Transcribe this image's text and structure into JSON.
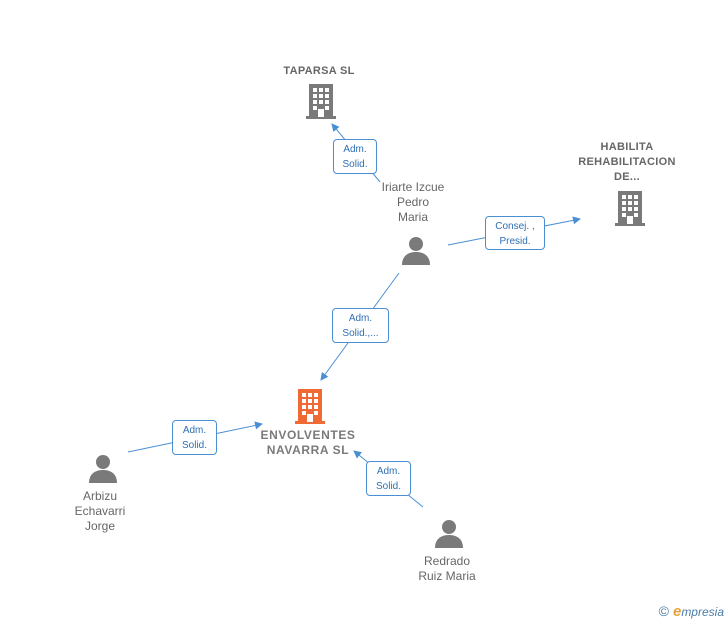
{
  "colors": {
    "edge": "#4a8fd4",
    "company_icon": "#7a7a7a",
    "main_company_icon": "#f06a35",
    "person_icon": "#7a7a7a"
  },
  "nodes": {
    "taparsa": {
      "label": "TAPARSA  SL",
      "icon": "building-icon"
    },
    "habilita": {
      "label": "HABILITA\nREHABILITACION\nDE...",
      "icon": "building-icon"
    },
    "iriarte": {
      "label": "Iriarte Izcue\nPedro\nMaria",
      "icon": "person-icon"
    },
    "envolventes": {
      "label": "ENVOLVENTES\nNAVARRA  SL",
      "icon": "building-icon"
    },
    "arbizu": {
      "label": "Arbizu\nEchavarri\nJorge",
      "icon": "person-icon"
    },
    "redrado": {
      "label": "Redrado\nRuiz Maria",
      "icon": "person-icon"
    }
  },
  "edges": {
    "iriarte_taparsa": {
      "line1": "Adm.",
      "line2": "Solid."
    },
    "iriarte_habilita": {
      "line1": "Consej. ,",
      "line2": "Presid."
    },
    "iriarte_envolventes": {
      "line1": "Adm.",
      "line2": "Solid.,..."
    },
    "arbizu_envolventes": {
      "line1": "Adm.",
      "line2": "Solid."
    },
    "redrado_envolventes": {
      "line1": "Adm.",
      "line2": "Solid."
    }
  },
  "footer": {
    "copyright": "©",
    "brand_initial": "e",
    "brand_rest": "mpresia"
  }
}
